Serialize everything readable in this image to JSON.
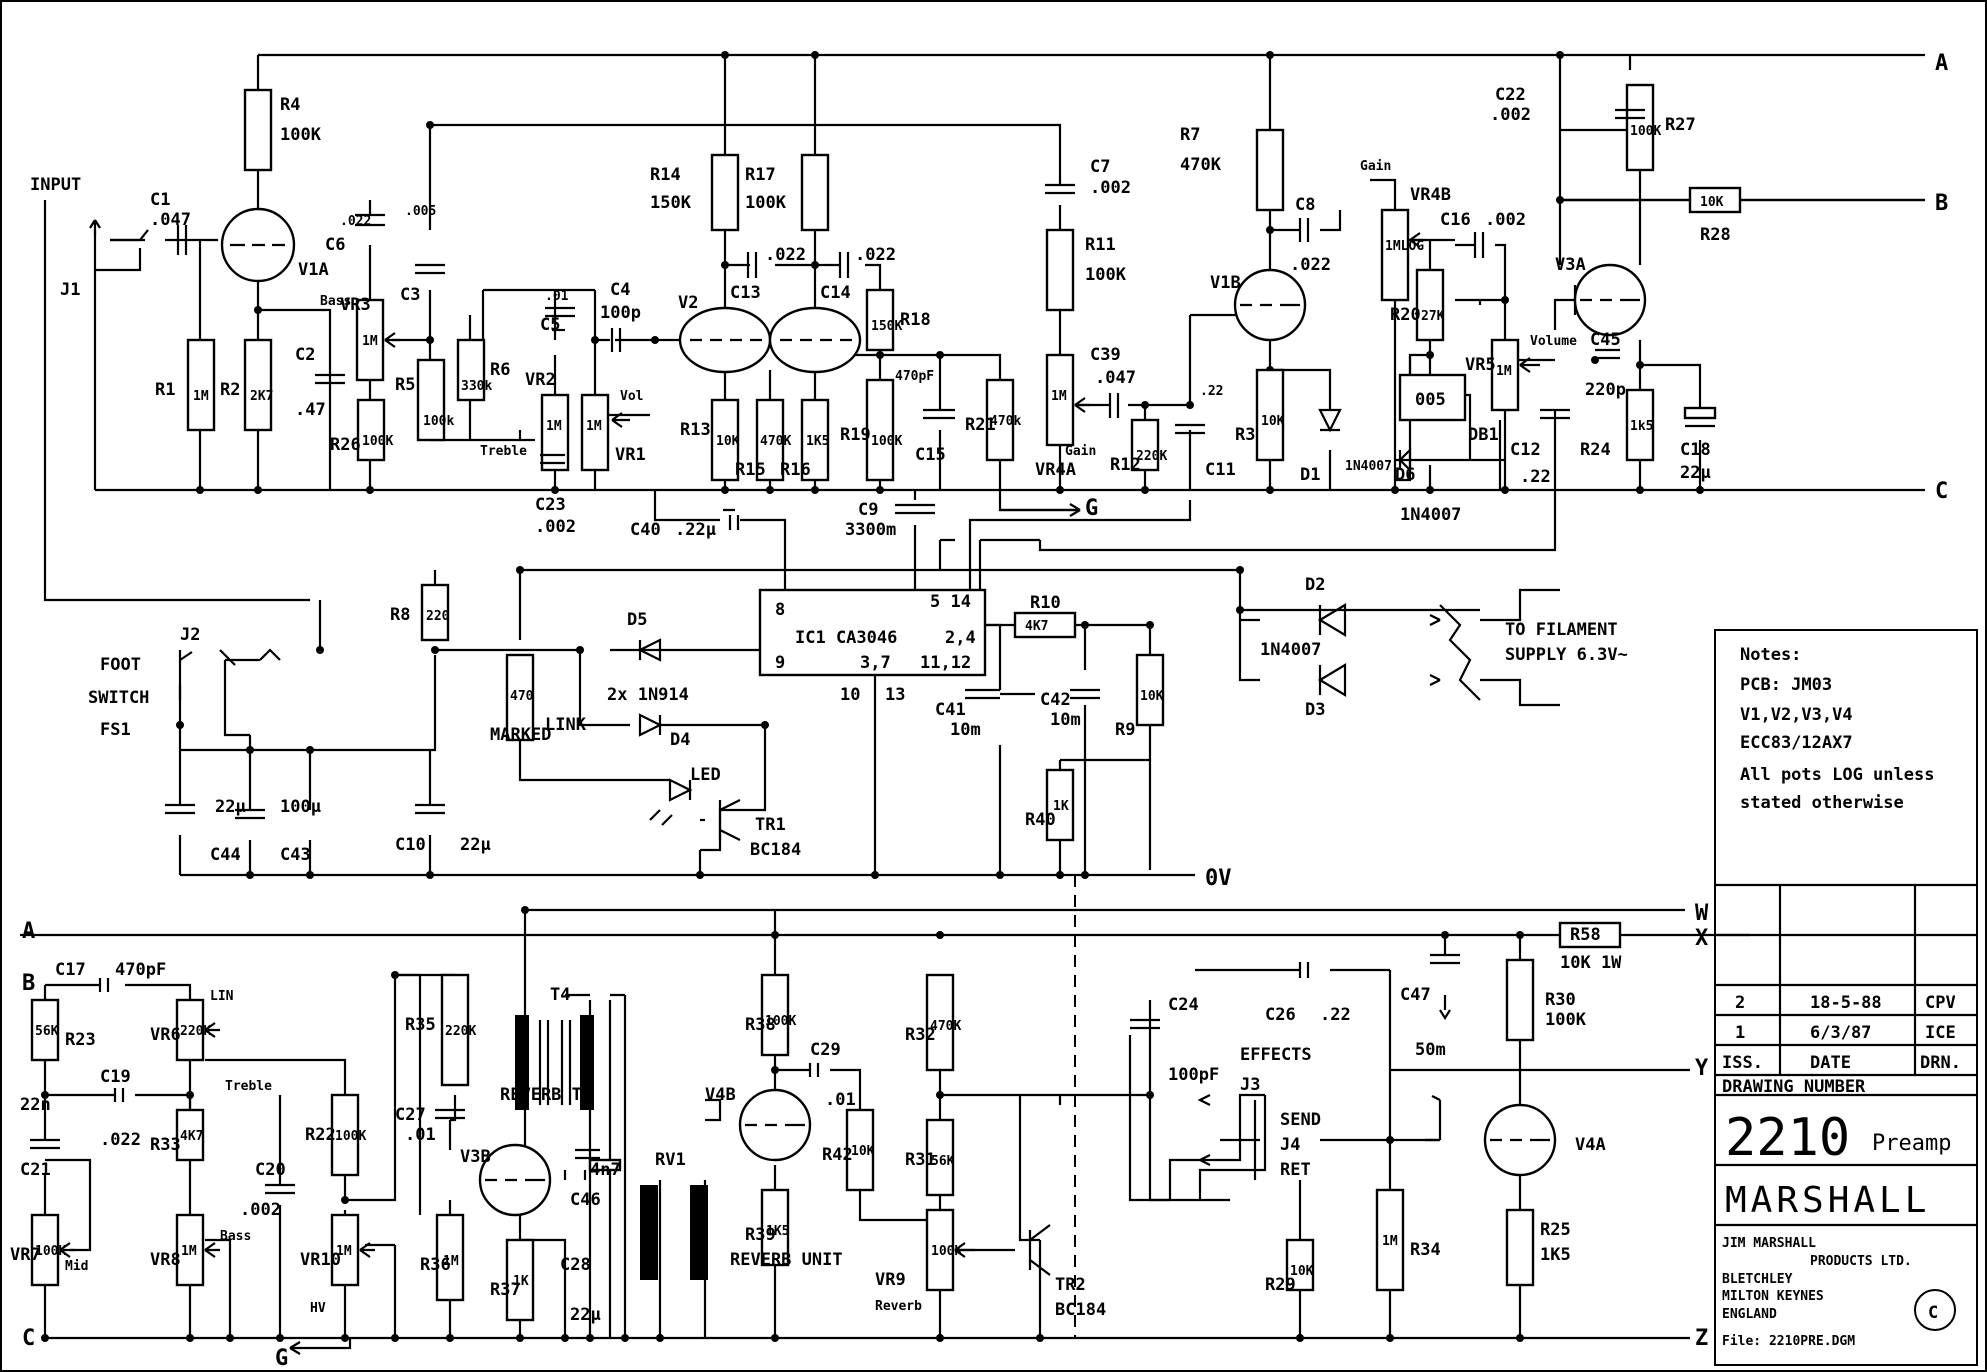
{
  "rails": {
    "A": "A",
    "B": "B",
    "C": "C",
    "W": "W",
    "X": "X",
    "Y": "Y",
    "Z": "Z",
    "zero_v": "0V",
    "G": "G"
  },
  "input": {
    "input": "INPUT",
    "j1": "J1",
    "foot": "FOOT",
    "switch": "SWITCH",
    "fs1": "FS1",
    "j2": "J2"
  },
  "resistors": [
    {
      "ref": "R4",
      "val": "100K"
    },
    {
      "ref": "R1",
      "val": "1M"
    },
    {
      "ref": "R2",
      "val": "2K7"
    },
    {
      "ref": "R26",
      "val": "100K"
    },
    {
      "ref": "R5",
      "val": "100k"
    },
    {
      "ref": "R6",
      "val": "330k"
    },
    {
      "ref": "R14",
      "val": "150K"
    },
    {
      "ref": "R17",
      "val": "100K"
    },
    {
      "ref": "R13",
      "val": "10K"
    },
    {
      "ref": "R15",
      "val": "470K"
    },
    {
      "ref": "R16",
      "val": "1K5"
    },
    {
      "ref": "R18",
      "val": "150K"
    },
    {
      "ref": "R19",
      "val": "100K"
    },
    {
      "ref": "R21",
      "val": "470k"
    },
    {
      "ref": "R11",
      "val": "100K"
    },
    {
      "ref": "R12",
      "val": "220K"
    },
    {
      "ref": "R7",
      "val": "470K"
    },
    {
      "ref": "R3",
      "val": "10K"
    },
    {
      "ref": "R20",
      "val": "27K"
    },
    {
      "ref": "R27",
      "val": "100K"
    },
    {
      "ref": "R28",
      "val": "10K"
    },
    {
      "ref": "R24",
      "val": "1k5"
    },
    {
      "ref": "R8",
      "val": "220"
    },
    {
      "ref": "R10",
      "val": "4K7"
    },
    {
      "ref": "R9",
      "val": "10K"
    },
    {
      "ref": "R40",
      "val": "1K"
    },
    {
      "ref": "R23",
      "val": "56K"
    },
    {
      "ref": "R33",
      "val": "4K7"
    },
    {
      "ref": "R22",
      "val": "100K"
    },
    {
      "ref": "R35",
      "val": "220K"
    },
    {
      "ref": "R36",
      "val": "1M"
    },
    {
      "ref": "R37",
      "val": "1K"
    },
    {
      "ref": "R38",
      "val": "100K"
    },
    {
      "ref": "R39",
      "val": "1K5"
    },
    {
      "ref": "R42",
      "val": "10K"
    },
    {
      "ref": "R32",
      "val": "470K"
    },
    {
      "ref": "R31",
      "val": "56K"
    },
    {
      "ref": "R29",
      "val": "10K"
    },
    {
      "ref": "R34",
      "val": "1M"
    },
    {
      "ref": "R30",
      "val": "100K"
    },
    {
      "ref": "R25",
      "val": "1K5"
    },
    {
      "ref": "R58",
      "val": "10K 1W"
    }
  ],
  "caps": [
    {
      "ref": "C1",
      "val": ".047"
    },
    {
      "ref": "C6",
      "val": ".022"
    },
    {
      "ref": "C3",
      "val": ".005"
    },
    {
      "ref": "C2",
      "val": ".47"
    },
    {
      "ref": "C5",
      "val": ".01"
    },
    {
      "ref": "C4",
      "val": "100p"
    },
    {
      "ref": "C23",
      "val": ".002"
    },
    {
      "ref": "C13",
      "val": ".022"
    },
    {
      "ref": "C14",
      "val": ".022"
    },
    {
      "ref": "C15",
      "val": "470pF"
    },
    {
      "ref": "C9",
      "val": "3300m"
    },
    {
      "ref": "C40",
      "val": ".22µ"
    },
    {
      "ref": "C7",
      "val": ".002"
    },
    {
      "ref": "C39",
      "val": ".047"
    },
    {
      "ref": "C11",
      "val": ".22"
    },
    {
      "ref": "C8",
      "val": ".022"
    },
    {
      "ref": "C16",
      "val": ".002"
    },
    {
      "ref": "C22",
      "val": ".002"
    },
    {
      "ref": "C45",
      "val": "220p"
    },
    {
      "ref": "C12",
      "val": ".22"
    },
    {
      "ref": "C18",
      "val": "22µ"
    },
    {
      "ref": "C41",
      "val": "10m"
    },
    {
      "ref": "C42",
      "val": "10m"
    },
    {
      "ref": "C44",
      "val": "22µ"
    },
    {
      "ref": "C43",
      "val": "100µ"
    },
    {
      "ref": "C10",
      "val": "22µ"
    },
    {
      "ref": "C17",
      "val": "470pF"
    },
    {
      "ref": "C19",
      "val": ".022"
    },
    {
      "ref": "C21",
      "val": "22n"
    },
    {
      "ref": "C20",
      "val": ".002"
    },
    {
      "ref": "C27",
      "val": ".01"
    },
    {
      "ref": "C46",
      "val": "4n7"
    },
    {
      "ref": "C28",
      "val": "22µ"
    },
    {
      "ref": "C29",
      "val": ".01"
    },
    {
      "ref": "C24",
      "val": "100pF"
    },
    {
      "ref": "C26",
      "val": ".22"
    },
    {
      "ref": "C47",
      "val": "50m"
    }
  ],
  "pots": [
    {
      "ref": "VR3",
      "val": "1M",
      "name": "Bass"
    },
    {
      "ref": "VR2",
      "val": "1M",
      "name": "Treble"
    },
    {
      "ref": "VR1",
      "val": "1M",
      "name": "Vol"
    },
    {
      "ref": "VR4A",
      "val": "1M",
      "name": "Gain"
    },
    {
      "ref": "VR4B",
      "val": "1MLOG",
      "name": "Gain"
    },
    {
      "ref": "VR5",
      "val": "1M",
      "name": "Volume"
    },
    {
      "ref": "VR6",
      "val": "220K",
      "name": "Treble",
      "extra": "LIN"
    },
    {
      "ref": "VR7",
      "val": "100K",
      "name": "Mid"
    },
    {
      "ref": "VR8",
      "val": "1M",
      "name": "Bass"
    },
    {
      "ref": "VR10",
      "val": "1M",
      "name": "HV"
    },
    {
      "ref": "VR9",
      "val": "100K",
      "name": "Reverb"
    }
  ],
  "tubes": {
    "v1a": "V1A",
    "v2": "V2",
    "v1b": "V1B",
    "v3a": "V3A",
    "v3b": "V3B",
    "v4b": "V4B",
    "v4a": "V4A"
  },
  "ic": {
    "name": "IC1 CA3046",
    "p8": "8",
    "p9": "9",
    "p514": "5 14",
    "p24": "2,4",
    "p37": "3,7",
    "p1112": "11,12",
    "p10": "10",
    "p13": "13"
  },
  "semis": {
    "d5": "D5",
    "d4": "D4",
    "d2": "D2",
    "d3": "D3",
    "d1": "D1",
    "d6": "D6",
    "db1": "DB1",
    "reg": "005",
    "led": "LED",
    "tr1": "TR1",
    "tr1type": "BC184",
    "tr2": "TR2",
    "tr2type": "BC184",
    "d_1n914": "2x 1N914",
    "d1_type": "1N4007",
    "d6_type": "1N4007",
    "d2_type": "1N4007",
    "marked": "MARKED",
    "link": "LINK",
    "r470": "470"
  },
  "filament": {
    "to": "TO FILAMENT",
    "supply": "SUPPLY 6.3V~"
  },
  "reverb": {
    "tx": "REVERB TX",
    "t4": "T4",
    "rv1": "RV1",
    "unit": "REVERB UNIT"
  },
  "effects": {
    "title": "EFFECTS",
    "j3": "J3",
    "send": "SEND",
    "j4": "J4",
    "ret": "RET"
  },
  "notes": {
    "title": "Notes:",
    "l1": "PCB: JM03",
    "l2": "V1,V2,V3,V4",
    "l3": "ECC83/12AX7",
    "l4": "All pots LOG unless",
    "l5": "stated otherwise"
  },
  "title_block": {
    "rev2": "2",
    "rev2_date": "18-5-88",
    "rev2_by": "CPV",
    "rev1": "1",
    "rev1_date": "6/3/87",
    "rev1_by": "ICE",
    "iss": "ISS.",
    "date": "DATE",
    "drn": "DRN.",
    "drawing_number": "DRAWING NUMBER",
    "number": "2210",
    "preamp": "Preamp",
    "brand": "MARSHALL",
    "company1": "JIM MARSHALL",
    "company2": "PRODUCTS LTD.",
    "addr1": "BLETCHLEY",
    "addr2": "MILTON KEYNES",
    "addr3": "ENGLAND",
    "file": "File: 2210PRE.DGM",
    "copy": "C"
  }
}
